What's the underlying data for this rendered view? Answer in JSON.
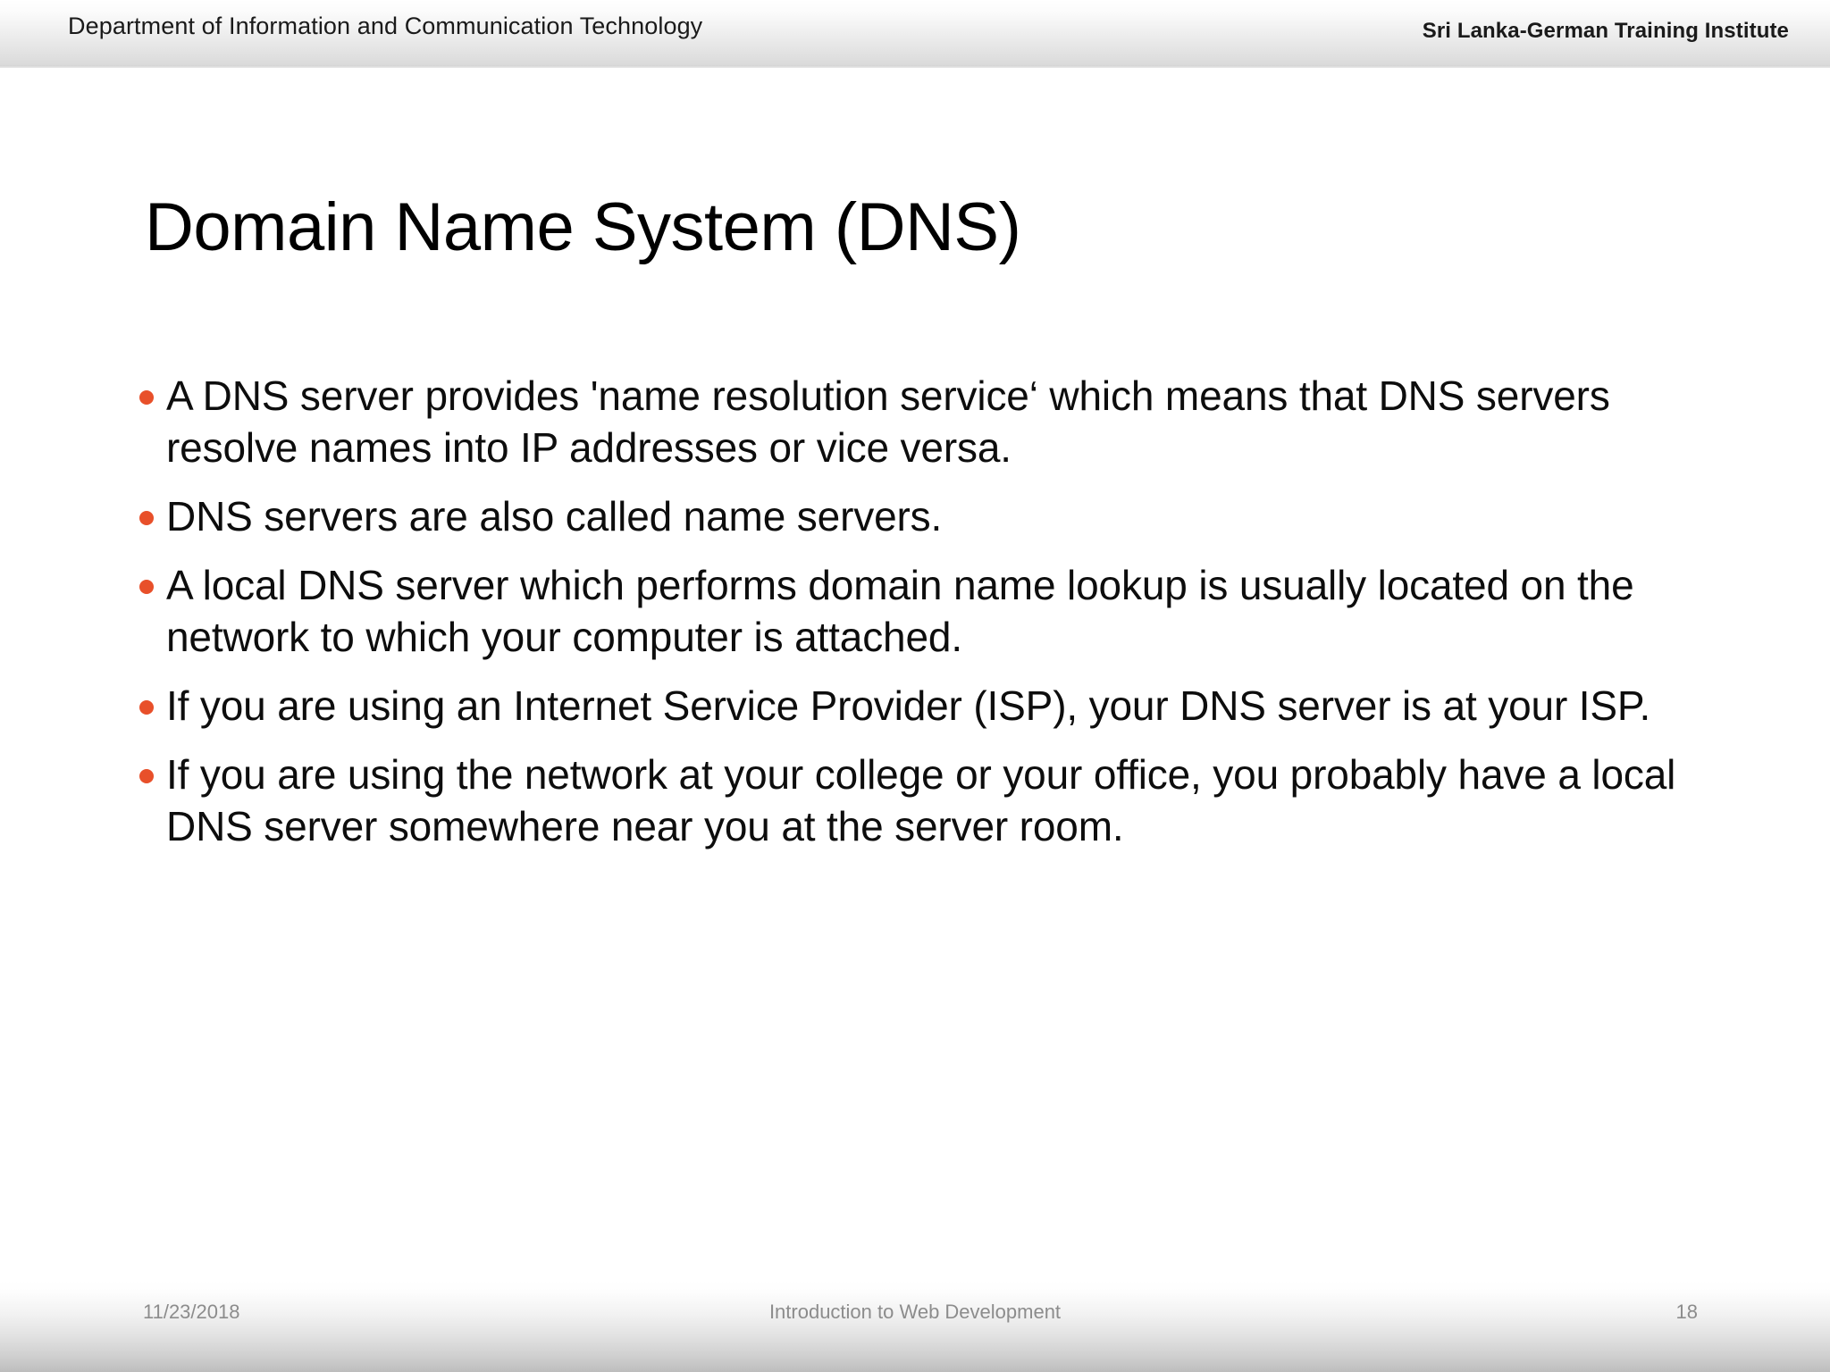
{
  "slide": {
    "header": {
      "left_text": "Department of Information and Communication Technology",
      "right_text": "Sri Lanka-German Training Institute"
    },
    "title": "Domain Name System (DNS)",
    "bullets": [
      "A DNS server provides 'name resolution service‘ which means that DNS servers resolve names into IP addresses or vice versa.",
      "DNS servers are also called name servers.",
      "A local DNS server which performs domain name lookup is usually located on the network to which your computer is attached.",
      "If you are using an Internet Service Provider (ISP), your DNS server is at your ISP.",
      "If you are using the network at your college or your office, you probably have a local DNS server somewhere near you at the server room."
    ],
    "footer": {
      "date": "11/23/2018",
      "center_text": "Introduction to Web Development",
      "page_number": "18"
    },
    "colors": {
      "bullet": "#e8502a",
      "text": "#0d0d0d",
      "footer_text": "#8c8c8c",
      "header_band_bottom": "#d2d2d2",
      "footer_band_bottom": "#bdbdbd"
    }
  }
}
